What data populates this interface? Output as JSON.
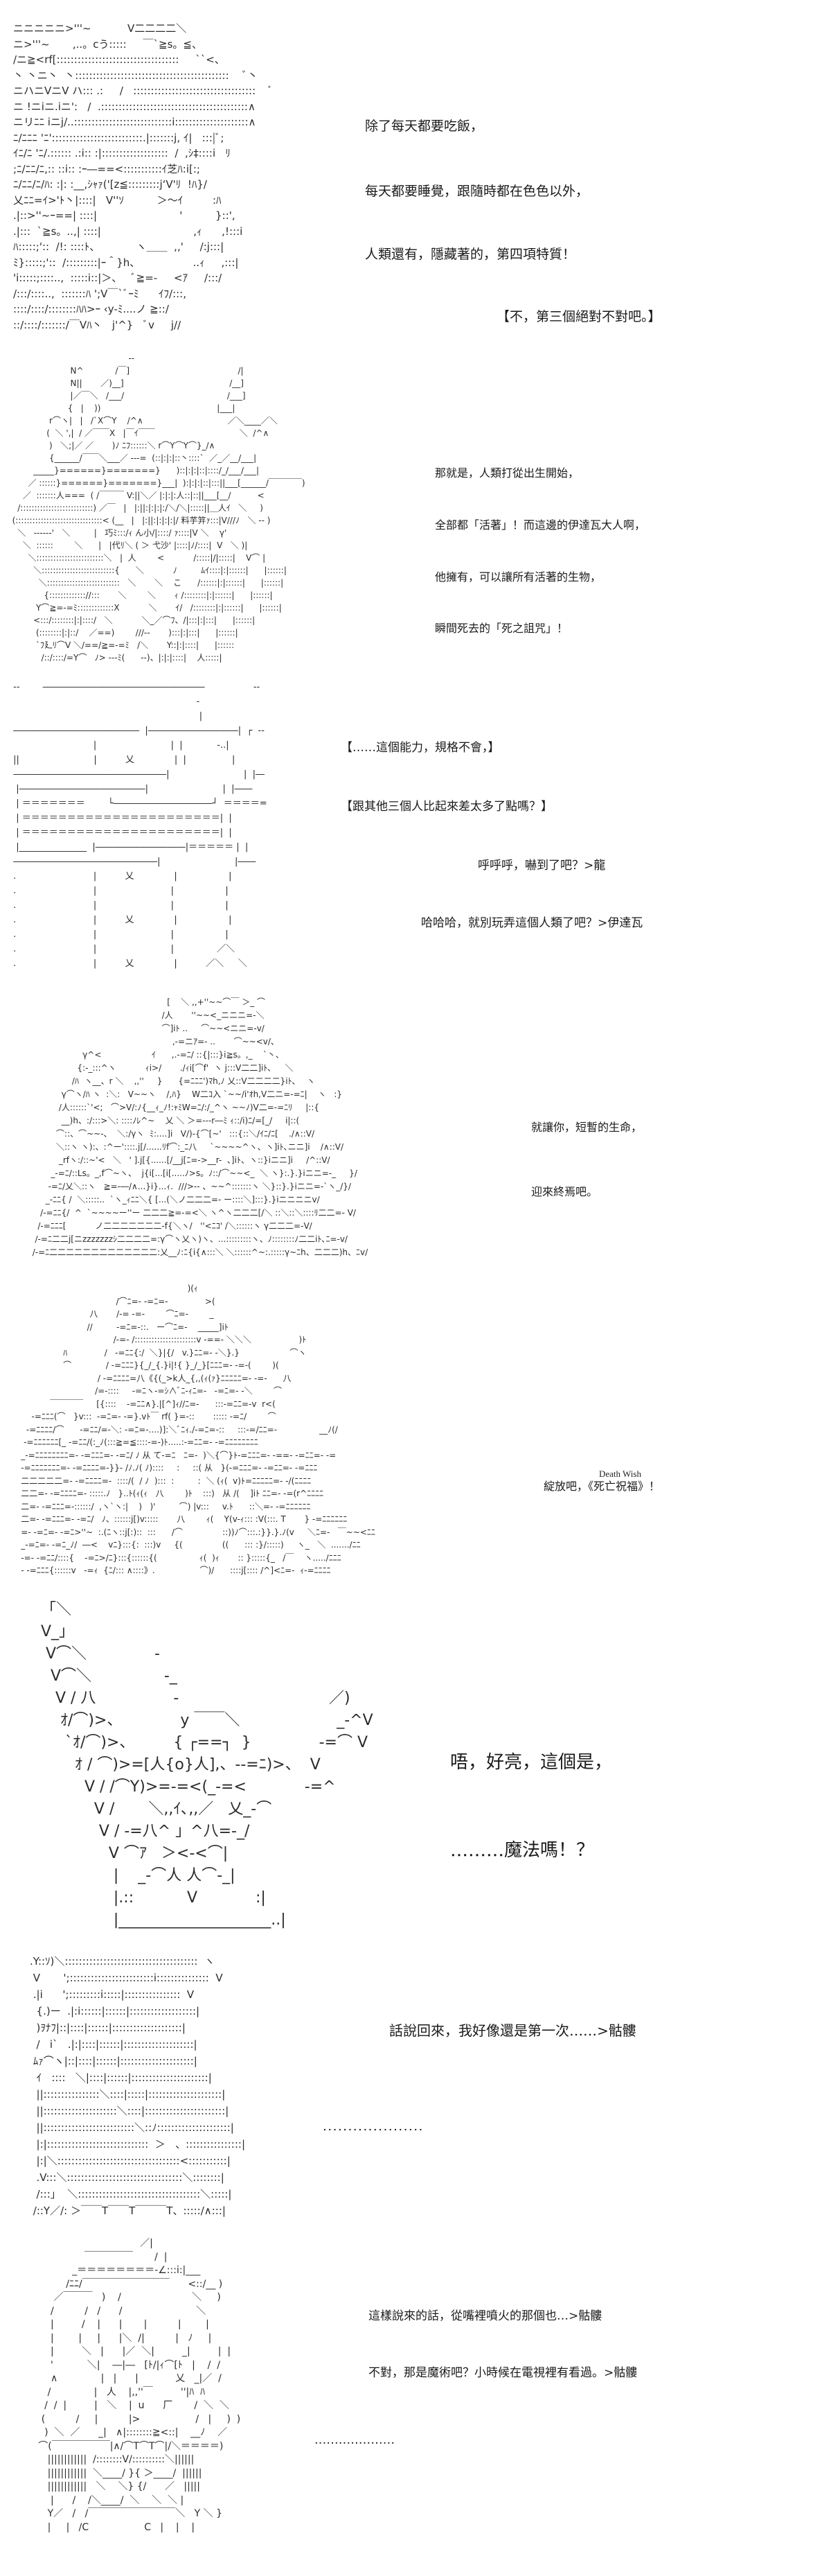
{
  "page": {
    "background": "#ffffff",
    "text_color": "#1a1a1a"
  },
  "panels": [
    {
      "art": [
        "ニニニニニ>'''~           V二二二二＼",
        "ニ>'''~       ,..。cう:::::     ￣`≧s。≦、",
        "/ニ≧<rf[:::::::::::::::::::::::::::::::::::     ``<、",
        "丶 丶ニ丶  丶::::::::::::::::::::::::::::::::::::::::::::    ﾞ丶",
        "ニハニVニV ハ::: .:     /   :::::::::::::::::::::::::::::::::::    ﾞ",
        "ニ !ニiニ.iニ':   /  .::::::::::::::::::::::::::::::::::::::::::∧",
        "ニリﾆﾆ iニj/..::::::::::::::::::::::::::::i:::::::::::::::::::::∧",
        "ﾆ/ﾆﾆﾆ 'ﾆ'::::::::::::::::::::::::::.|:::::::j, ｲ|   :::|ﾞ;",
        "ｲﾆ/ﾆ 'ﾆ/.:::::: .:i:: :|:::::::::::::::::::  /  ,ｼ‡::::i   ﾘ",
        ";ﾆ/ﾆﾆ/ﾆ,:: ::i:: :ｰ―==<:::::::::::ｲ芝ﾊ:i[:;",
        "ﾆ/ﾆﾆ/ﾆ/ﾊ: :|: :__,ｼｬｧ('[z≦:::::::::j‘V'ﾘ  !ﾊ}/",
        "乂ﾆﾆ=ｲ>'ﾄ丶|::::|   V''ｿ          ＞～ｲ         :ﾊ",
        ".|::>''~ｰ==| ::::|                         '          }::',",
        ".|:::  `≧s。..,| ::::|                            ,ｨ      ,!:::i",
        "ﾊ:::::;'::  /!: ::::ﾄ、           ヽ＿＿  ,,'     /:j:::|",
        "ﾐ}:::::;'::  /:::::::::|ｰ＾}h、                ..ｨ     ,:::|",
        "'i:::::;::::..,  :::::i::|＞、   ﾞ≧=-     <ｱ     /:::/",
        "/:::/::::..,  :::::::ﾊ ';V￣`ﾞｰﾐ      ｲﾌ/:::,",
        "::::/::::/::::::::ﾊﾊ>ｰ ‹y-ﾐ....ノ ≧::/",
        "::/::::/:::::::/￣Vﾊ丶   j'^}   ﾞv     j//"
      ],
      "lines": [
        "除了每天都要吃飯，",
        "每天都要睡覺，跟隨時都在色色以外，",
        "人類還有，隱藏著的，第四項特質！",
        "【不，第三個絕對不對吧。】"
      ]
    },
    {
      "art": [
        "                                              --",
        "                        N^            /￣]                                         /|",
        "                        N||       ／)__]                                        /__]",
        "                        |／￣＼   /___/                                       /___]",
        "                       {   |    ))                                            |___|",
        "                r⌒ヽ|   |   /`X⌒Y    /^∧                                ／＼____／＼",
        "               (  ＼ ',|  / ／￣￣X   |￣ｲ￣￣                                ＼  /^∧",
        "                )   ＼;|／ ／       )ﾉ ﾆﾌ::::::＼ r⌒Y⌒Y⌒}_/∧",
        "                {______/￣￣＼___／ ---=  (::|:|:|::丶::::`  ／_／__/___|",
        "          _____}======}=======}      )::|:|:|::|::::/_/___/___|",
        "        ／ ::::::}======}=======}___|  ):|:|:|::|:::||___[______/￣￣￣￣)",
        "      ／  :::::::人===  ( /￣￣￣ V:||＼／ |:|:|:人::|::||___[__/          <",
        "    /::::::::::::::::::::::::::) ／￣   |   |:||:|:|:|:/＼/＼|:::::||＿人ｲ   ＼     )",
        "  (:::::::::::::::::::::::::::::::< (__   |   |:||:|:|:|:|/ 料芋笄ｧ:::|V///ﾉ   ＼ -- )",
        "    ＼   ------'   ＼         |   巧ﾐ:::/ｨ ん小/|::::/ ｧ::::|V ＼    γ'",
        "      ＼  ::::::        ＼      |   |代ﾘ＼ ( ＞ 弋沙' |::::|ﾉ/::::|  V   ＼ )|",
        "        ＼::::::::::::::::::::::::＼   |  人        <           /:::::|/|:::::|    V⌒ |",
        "          ＼::::::::::::::::::::::::::{      ＼           ﾉ         ﾑｲ::::|:|::::::|      |::::::|",
        "            ＼::::::::::::::::::::::::::   ＼       ＼    こ      /::::::|:|::::::|      |::::::|",
        "              {::::::::::::://:::       ＼        ＼       ｨ /::::::::|:|::::::|      |::::::|",
        "           Y⌒≧=-=ﾐ:::::::::::::X           ＼       ｲ/   /::::::::|:|::::::|      |::::::|",
        "          <:::/::::::::|:|::::/   ＼           ＼_／⌒ﾌ、/|:::|:|:::|      |::::::|",
        "           (::::::::|:|::/    ／==)        ///--       ):::|:|:::|      |::::::|",
        "           `ﾌ廴ﾘ⌒V ＼/==/≧=-=ﾐ   /＼       Y::|:|::::|      |::::::",
        "             /::/::::/=Y⌒   ﾉ> ---ﾐ(      --)、|:|:|::::|    人:::::|"
      ],
      "lines": [
        "那就是，人類打從出生開始，",
        "全部都「活著」！而這邊的伊達瓦大人啊，",
        "他擁有，可以讓所有活著的生物，",
        "瞬間死去的「死之詛咒」！"
      ]
    },
    {
      "art": [
        " --        ――――――――――――――――――                 --",
        "                                                                 -",
        "                                                                  |",
        " ――――――――――――――  |――――――――――|  ┌  --          |",
        "                             |                          |  |            -..|",
        " ||                          |          乂              |  |                |",
        " ―――――――――――――――――|                          |  |―    ―     -.|",
        "  |――――――――――――――|                          |  |――              |",
        "  | ＝＝＝＝＝＝＝        └―――――――――――┘  ＝＝＝＝=┐  |",
        "  | ＝＝＝＝＝＝＝＝＝＝＝＝＝＝＝＝＝＝＝＝＝＝|  |",
        "  | ＝＝＝＝＝＝＝＝＝＝＝＝＝＝＝＝＝＝＝＝＝＝|  |",
        "  |_______________  |――――――――――|＝＝＝＝＝ |  |",
        " ――――――――――――――――|                          |――     ――┘..|",
        " .                           |          乂              |                  |",
        " .                           |                          |                  |",
        " .                           |                          |                  |",
        " .                           |          乂              |                  |",
        " .                           |                          |                  |",
        " .                           |                          |               ／＼",
        " .                           |          乂              |          ／＼     ＼"
      ],
      "lines": [
        "【……這個能力，規格不會，】",
        "【跟其他三個人比起來差太多了點嗎？】",
        "呼呼呼，嚇到了吧？>龍",
        "哈哈哈，就別玩弄這個人類了吧？>伊達瓦"
      ]
    },
    {
      "art": [
        "                                                          [    ＼ ,,+''~~⌒￣ ＞_ ⌒",
        "                                                        /人       ''~~<_ニニニ=-＼",
        "                                                        ⌒]iﾄ ..     ⌒~~<ニニ=-v/",
        "                                                            ,-=ニｱ=- ..       ⌒~~<v/、",
        "                          γ^<                   ｲ      ,.-=ﾆ/ ::{|:::}i≧s。,_    `丶、",
        "                        {:-_:::^ヽ           ｨi>/       ./ｨi[⌒f'  ヽ j:::V二二]iﾄ､     ＼",
        "                      /ﾊ  ヽ__、r ＼    ,,''     }      {=ﾆﾆﾆ')ﾏh,ﾉ 乂::V二二二二}iﾄ､    ヽ",
        "                  γ⌒ヽ/ﾊ ヽ  :＼:   V~~ヽ    /,ﾊ}    W二ｺ入 `~~/i'ｵh,V二ニ=-=ﾆ|    ヽ   :}",
        "                 /人::::::`'<;   ⌒>V/:ﾉ{__ｨ_ﾉ!:ｬﾐW=ﾆ/:/_^ヽ ~~ﾉ)V二=-=ﾆﾘ     |::{",
        "                  __)h、:/:::>＼: ::::ﾉﾚ^~    乂 ＼ ＞=---r―ﾐ ｨ::/i)ﾆ/=[_/     i|::(",
        "                ⌒::、⌒~~-、  ＼:/γヽ  ﾐ:....]i   V/)-{⌒[~'   :::{::＼/ｲﾆ/ﾆ[    ./∧::V/",
        "                ＼::ヽ ヽ):、:^ー'::::.j[/......ﾘf⌒:_ﾆ八     `~~~~^ヽ、ヽ]iﾄ､ニニ]i    /∧::V/",
        "                 _rfヽ:/::~'<   ＼   ' ].j[{......[/__j[ﾆ=->__r-  、]iﾄ、ヽ::}iニニ]i     /^::V/",
        "              _-=ﾆ/::Ls。_,f⌒~ヽ、  j{i[...[i[.....ﾉ>s。ﾉ::/⌒~~<_  ＼ ヽ}:.}.}iニニ=-_     }/",
        "             -=ﾆ/乂＼::ヽ   ≧=-―/∧...}i}...ｨ.  ///>-- 、~~^:::::::ヽ ＼}::}.}iニニ=-`ヽ_/}/",
        "            _-ﾆﾆ{ /  ＼:::::..  `ヽ_ｨﾆﾆ＼{ [...(＼ノ二二二=- ー::::＼]:::}.}iニニニニv/",
        "          /-=ﾆﾆ{/  ^  `~~~~ー''ー 二二二≧=-=<＼ ヽ^ヽ二二二[/＼ ::＼::＼::::ﾘ二二=- V/",
        "         /-=ﾆﾆﾆ[           ノ二二二二二二二-f{＼ヽ/   ''<ﾆｺ' /＼::::::ヽ γ二二二=-V/",
        "        /-=ﾆ二二j[ニzzzzzzzｼ二二二二=:γ⌒ヽ乂ヽ)ヽ、...:::::::::ヽ、ﾉ::::::::ﾉ二二iﾄ､ﾆ=-v/",
        "       /-=ﾆ二二二二二二二二二二二二二:乂__ﾉ:ﾆ{i{∧:::＼ ＼::::::^~:.:::::γ~ﾆh、二二二)h、ﾆv/"
      ],
      "lines": [
        "就讓你，短暫的生命，",
        "迎來終焉吧。"
      ]
    },
    {
      "art": [
        "                                                                   )(ｨ",
        "                                        /⌒ﾆ=- -=ﾆ=-              >(",
        "                              八       /-= -=-        ⌒ﾆ=-        _",
        "                             //         -=ﾆ=-::.   ー⌒ﾆ=-    _____]iﾄ",
        "                                       /-=- /::::::::::::::::::::::v -==- ＼＼＼                  )ﾄ",
        "                    ﾊ              /   -=ﾆﾆ{:/  ＼}|{/   v.}ﾆﾆ=- -＼}.}                   ⌒ヽ",
        "                    ⌒             / -=ﾆﾆﾆ}{_/_{.}i|!{ }_/_}[ﾆﾆﾆ=- -=-(        )(",
        "                                 / -=ﾆﾆﾆﾆ=八《{(_>k人_{,,(ｨ(ｧ}ﾆﾆﾆﾆﾆ=- -=-      八",
        "                                /=-::::     -=ﾆヽ-=ｼ∧ﾞﾆ-ｨﾆ=-   -=ﾆ=- -＼        ⌒",
        "               ￣￣￣￣     [{::::    -=ﾆﾆ∧}.|[^]ｨ//ﾆ=-      :::-=ﾆﾆ=-v  r<(",
        "        -=ﾆﾆﾆ(⌒   }v:::  -=ﾆ=- -=}.vﾄ￣ rf( }=-::       ::::: -=ﾆ/        ⌒",
        "      -=ﾆﾆﾆﾆ/⌒      -=ﾆﾆ/=-＼: -=ﾆ=-....)]:＼ﾞﾆｨ./-=ﾆ=-::     :::-=/ﾆﾆ=-                __ﾉ(/",
        "     -=ﾆﾆﾆﾆﾆﾆ[_ -=ﾆﾆ/(:_ﾉ(:::≧=≦::::-=-)ﾄ.....:-=ﾆﾆ=- -=ﾆﾆﾆﾆﾆﾆﾆﾆ",
        "    _-=ﾆﾆﾆﾆﾆﾆﾆﾆ=- -=ﾆﾆﾆ=- -=ﾆ/ ﾉ 从 て-=ﾆ   ﾆ=-  )＼{⌒}ﾄ-=ﾆﾆﾆ=- -==- -=ﾆﾆ=- -=",
        "    -=ﾆﾆﾆﾆﾆﾆﾆ=- -=ﾆﾆﾆﾆ=-}}- /ﾉ.ﾉ( ﾉ)::::     :     ::( 从   }(-=ﾆﾆﾆ=- -=ﾆﾆ=- -=ﾆﾆﾆ",
        "    二二二二二=- -=ﾆﾆﾆﾆ=-  ::::/(  / ﾉ  ):::  :         :  ＼ (ｨ(  v)ﾄ=ﾆﾆﾆﾆﾆ=- -/(ﾆﾆﾆﾆ",
        "    二二=- -=ﾆﾆﾆﾆ=- :::::.ﾉ   }..ﾄ(ｨ(ｨ   八        )ﾄ    :::)   从 /(    ]iﾄ ﾆﾆ=- -=(r^ﾆﾆﾆﾆ",
        "    二=- -=ﾆﾆﾆ=-::::::/  ,ヽ`ヽ:|    )   )'         ⌒) |v:::     v.ﾄ      ::＼=- -=ﾆﾆﾆﾆﾆﾆ",
        "    二=- -=ﾆﾆﾆ=- -=ﾆ/   ﾉ、::::::j[)v:::::       八        ｨ(    Y(v-ｨ::: :V(:::. T       } -=ﾆﾆﾆﾆﾆﾆ",
        "    =- -=ﾆ=- -=ﾆ>''~  :.(ﾆヽ::j[:)::  :::      /⌒               ::))ﾉ⌒:::.:}}.}.ﾉ(v     ＼ﾆ=-   ￣~~<ﾆﾆ",
        "    _-=ﾆ=- -=ﾆ_ﾉ/  ―<    vﾆ}:::{:  :::)v     {(               ((      ::: :}/:::::)     ヽ_   ＼  ......./ﾆﾆ",
        "    -=- -=ﾆﾆ/::::{    -=ﾆ>/ﾆ}:::{::::::{(                ｨ(  )ｨ       :: }:::::{_   /￣    ヽ...../ﾆﾆﾆ",
        "    - -=ﾆﾆﾆ{::::::v   -=ｨ  {ﾆ/::: ∧::::》.                 ⌒)/      ::::j[:::: /^]<ﾆ=-  ｨ-=ﾆﾆﾆﾆ"
      ],
      "ruby": "Death Wish",
      "lines": [
        "綻放吧，《死亡祝福》！"
      ]
    },
    {
      "art": [
        "「＼",
        "V_」",
        " V⌒＼              -",
        "  V⌒＼               -_",
        "   V / 八                -                               ／)",
        "    ｵ/⌒)>、            y ￣￣＼                    _-^V",
        "     `ｵ/⌒)>、        { ┌==┐  }              -=⌒ V",
        "       ｵ / ⌒)>=[人{o}人],、--=ﾆ)>、  V",
        "         V / /⌒Y)>=-=<(_-=<            -=^",
        "           V /       ＼,,ｲ､,,／   乂_-⌒",
        "            V / -=八^ 」^八=-_/",
        "              V ⌒ｱ   ＞<-<⌒|",
        "               |    _-⌒人 人⌒-_|",
        "               |.::           V            :|",
        "               |____________________..|"
      ],
      "lines": [
        "唔，好亮，這個是，",
        "………魔法嗎！？"
      ]
    },
    {
      "art": [
        ".Y::ｿ)＼::::::::::::::::::::::::::::::::::::::  ヽ",
        " V       ';::::::::::::::::::::::::i:::::::::::::::  V",
        " .|i      ';:::::::::i:::::|::::::::::::::::  V",
        "  {.)ー  .|:i::::::|::::::|:::::::::::::::::::|",
        "  )ｦﾅﾌ|::|::::|::::::|::::::::::::::::::::|",
        "  /   i`   .|:|::::|::::::|::::::::::::::::::::|",
        " ﾑｧ⌒ヽ|::|::::|::::::|:::::::::::::::::::::|",
        "  ｲ   ::::   ＼|::::|::::::|::::::::::::::::::::::|",
        "  ||::::::::::::::::＼::::|:::::|:::::::::::::::::::::|",
        "  ||:::::::::::::::::::::＼::::|:::::::::::::::::::::::|",
        "  ||::::::::::::::::::::::::::＼::ﾉ:::::::::::::::::::::|",
        "  |:|:::::::::::::::::::::::::::::  ＞   、::::::::::::::::|",
        "  |:|＼:::::::::::::::::::::::::::::::::::<:::::::::::|",
        "  .V:::＼:::::::::::::::::::::::::::::::::＼::::::::|",
        "  /:::」  ＼:::::::::::::::::::::::::::::::::::＼:::::|",
        " /::Y／/: ＞￣￣T￣￣T￣￣￣T、:::::/∧:::|"
      ],
      "lines": [
        "話說回來，我好像還是第一次……>骷髏",
        "...................."
      ]
    },
    {
      "art": [
        "                                      ／|",
        "                    ￣￣￣￣￣       /  |",
        "                _＝＝＝＝＝＝＝＝-∠:::i:|___",
        "              /ﾆﾆ/￣￣￣￣￣￣￣￣￣      <::/__ )",
        "          ／￣￣￣   )    /                       ＼     )",
        "         /          /   /      /                        ＼",
        "         |         /    |      |       |          |        |",
        "         |        |     |      |＼  /|          |   ﾉ     |",
        "         |         ＼   |      |／  ＼|         _|         |  |",
        "         '           ＼|    ―|―   [ﾄ/|ｨ⌒[ﾄ   |    /  /",
        "         ∧              |   |      |            乂   _|／  /",
        "        /              |   人    |,,''￣         ''|ﾊ  ﾊ",
        "       /  /  |         |   ＼    |  u      厂       /  ＼  ＼",
        "      (          /     |          |>                  /   |     )  )",
        "       )  ＼  ／      _|   ∧|::::::::≧<::|    __ﾉ    ／",
        "     ⌒(￣￣￣￣￣￣|∧/⌒T⌒T⌒|/＼＝＝＝＝)",
        "        ||||||||||||  /::::::::V/::::::::::＼||||||",
        "        ||||||||||||  ＼____/ }{ ＞____/  ||||||",
        "        ||||||||||||   ＼    ＼} {/      ／   |||||",
        "         |      /    /＼____/  ＼    ＼  ＼ |",
        "        Y／   /   /￣￣￣￣￣￣￣￣￣＼   Y ＼ }",
        "        |     |   /C                  C   |    |    |"
      ],
      "lines": [
        "這樣說來的話，從嘴裡噴火的那個也…>骷髏",
        "不對，那是魔術吧？小時候在電視裡有看過。>骷髏",
        "...................."
      ]
    }
  ]
}
